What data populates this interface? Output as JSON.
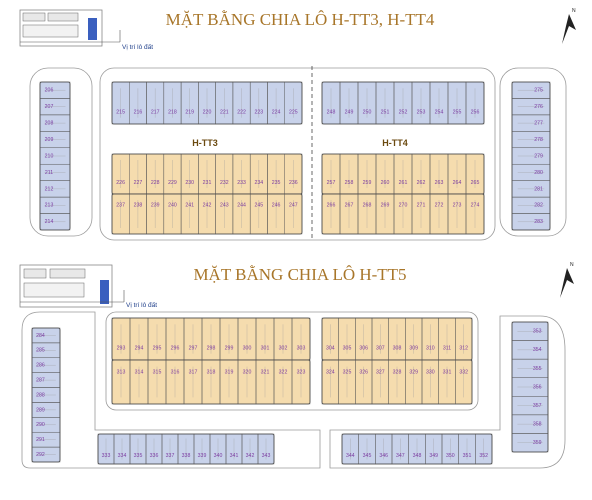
{
  "titles": {
    "top": "MẶT BẰNG CHIA LÔ H-TT3, H-TT4",
    "bottom": "MẶT BẰNG CHIA LÔ H-TT5"
  },
  "location_caption": "Vị trí lô đất",
  "section_labels": {
    "tt3": "H-TT3",
    "tt4": "H-TT4"
  },
  "colors": {
    "blue_lot": "#c8d2ea",
    "tan_lot": "#f5dcae",
    "title": "#a8762a",
    "label": "#7a3aa0"
  },
  "lots": {
    "left_col": [
      "206",
      "207",
      "208",
      "209",
      "210",
      "211",
      "212",
      "213",
      "214"
    ],
    "tt3_top": [
      "215",
      "216",
      "217",
      "218",
      "219",
      "220",
      "221",
      "222",
      "223",
      "224",
      "225"
    ],
    "tt3_mid": [
      "226",
      "227",
      "228",
      "229",
      "230",
      "231",
      "232",
      "233",
      "234",
      "235",
      "236"
    ],
    "tt3_bot": [
      "237",
      "238",
      "239",
      "240",
      "241",
      "242",
      "243",
      "244",
      "245",
      "246",
      "247"
    ],
    "tt4_top": [
      "248",
      "249",
      "250",
      "251",
      "252",
      "253",
      "254",
      "255",
      "256"
    ],
    "tt4_mid": [
      "257",
      "258",
      "259",
      "260",
      "261",
      "262",
      "263",
      "264",
      "265"
    ],
    "tt4_bot": [
      "266",
      "267",
      "268",
      "269",
      "270",
      "271",
      "272",
      "273",
      "274"
    ],
    "right_col": [
      "275",
      "276",
      "277",
      "278",
      "279",
      "280",
      "281",
      "282",
      "283"
    ],
    "tt5_left": [
      "284",
      "285",
      "286",
      "287",
      "288",
      "289",
      "290",
      "291",
      "292"
    ],
    "tt5_a_top": [
      "293",
      "294",
      "295",
      "296",
      "297",
      "298",
      "299",
      "300",
      "301",
      "302",
      "303"
    ],
    "tt5_b_top": [
      "304",
      "305",
      "306",
      "307",
      "308",
      "309",
      "310",
      "311",
      "312"
    ],
    "tt5_a_bot": [
      "313",
      "314",
      "315",
      "316",
      "317",
      "318",
      "319",
      "320",
      "321",
      "322",
      "323"
    ],
    "tt5_b_bot": [
      "324",
      "325",
      "326",
      "327",
      "328",
      "329",
      "330",
      "331",
      "332"
    ],
    "tt5_bot_left": [
      "333",
      "334",
      "335",
      "336",
      "337",
      "338",
      "339",
      "340",
      "341",
      "342",
      "343"
    ],
    "tt5_bot_right": [
      "344",
      "345",
      "346",
      "347",
      "348",
      "349",
      "350",
      "351",
      "352"
    ],
    "tt5_right": [
      "353",
      "354",
      "355",
      "356",
      "357",
      "358",
      "359"
    ]
  }
}
